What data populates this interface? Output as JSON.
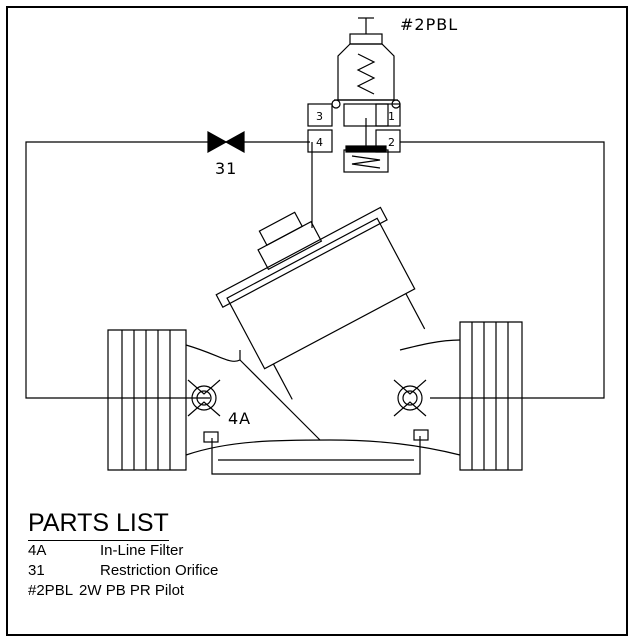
{
  "labels": {
    "pilot_tag": "#2PBL",
    "orifice_tag": "31",
    "filter_tag": "4A",
    "port_1": "1",
    "port_2": "2",
    "port_3": "3",
    "port_4": "4"
  },
  "parts_list": {
    "title": "PARTS LIST",
    "items": [
      {
        "code": "4A",
        "desc": "In-Line Filter"
      },
      {
        "code": "31",
        "desc": "Restriction Orifice"
      },
      {
        "code": "#2PBL",
        "desc": "2W PB PR Pilot"
      }
    ]
  }
}
